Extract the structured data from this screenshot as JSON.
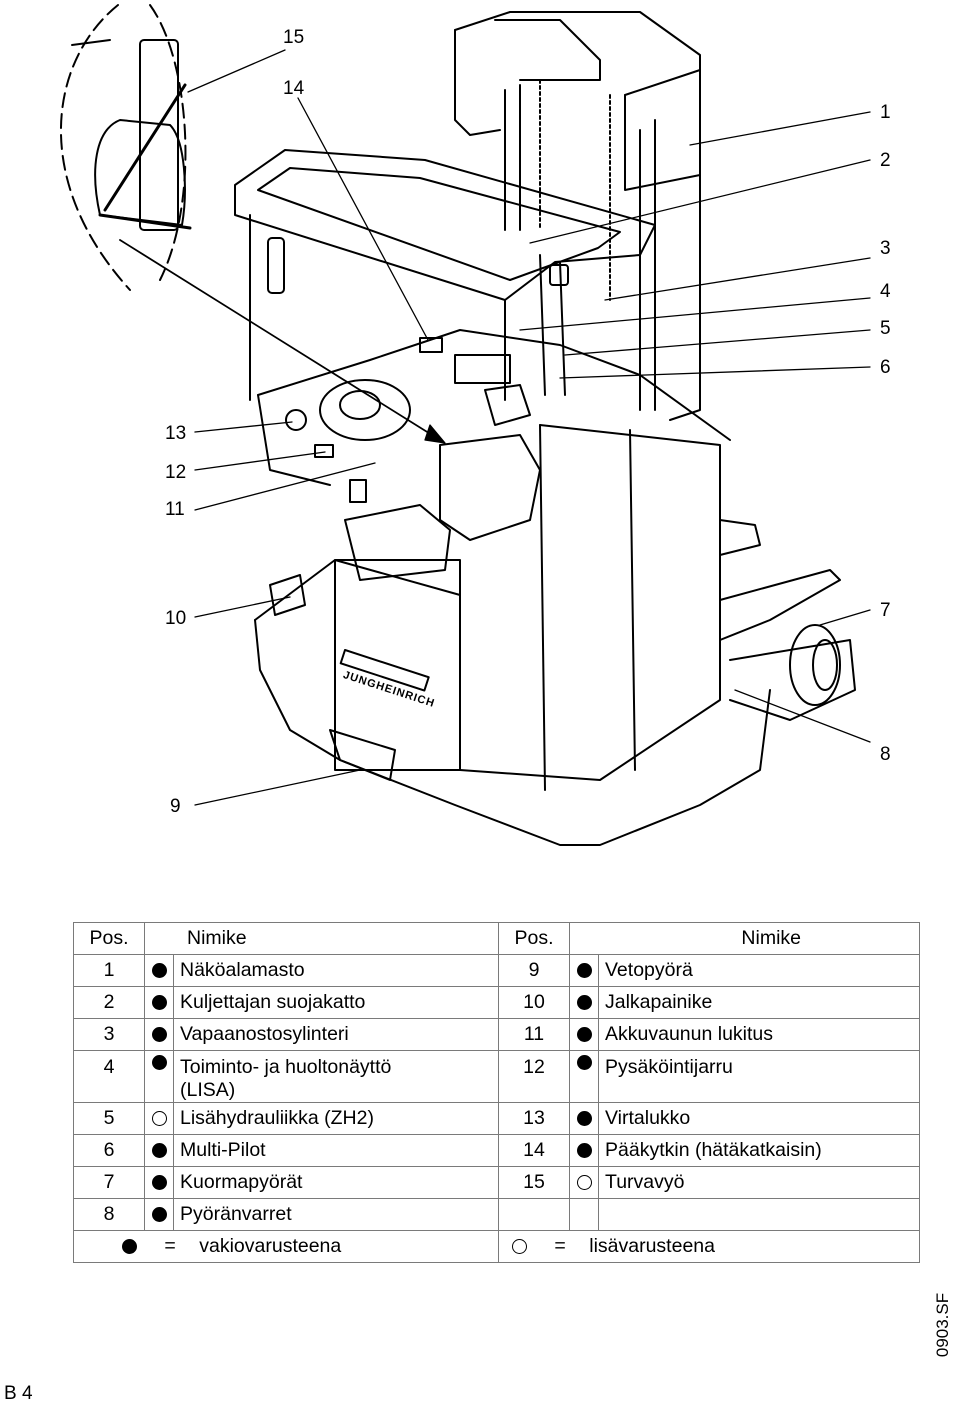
{
  "callouts": [
    "1",
    "2",
    "3",
    "4",
    "5",
    "6",
    "7",
    "8",
    "9",
    "10",
    "11",
    "12",
    "13",
    "14",
    "15"
  ],
  "legend": {
    "headers": {
      "pos1": "Pos.",
      "name1": "Nimike",
      "pos2": "Pos.",
      "name2": "Nimike"
    },
    "rows": [
      {
        "pos1": "1",
        "mark1": "filled",
        "name1": "Näköalamasto",
        "pos2": "9",
        "mark2": "filled",
        "name2": "Vetopyörä"
      },
      {
        "pos1": "2",
        "mark1": "filled",
        "name1": "Kuljettajan suojakatto",
        "pos2": "10",
        "mark2": "filled",
        "name2": "Jalkapainike"
      },
      {
        "pos1": "3",
        "mark1": "filled",
        "name1": "Vapaanostosylinteri",
        "pos2": "11",
        "mark2": "filled",
        "name2": "Akkuvaunun lukitus"
      },
      {
        "pos1": "4",
        "mark1": "filled",
        "name1": "Toiminto- ja huoltonäyttö",
        "name1b": "(LISA)",
        "pos2": "12",
        "mark2": "filled",
        "name2": "Pysäköintijarru"
      },
      {
        "pos1": "5",
        "mark1": "hollow",
        "name1": "Lisähydrauliikka (ZH2)",
        "pos2": "13",
        "mark2": "filled",
        "name2": "Virtalukko"
      },
      {
        "pos1": "6",
        "mark1": "filled",
        "name1": "Multi-Pilot",
        "pos2": "14",
        "mark2": "filled",
        "name2": "Pääkytkin (hätäkatkaisin)"
      },
      {
        "pos1": "7",
        "mark1": "filled",
        "name1": "Kuormapyörät",
        "pos2": "15",
        "mark2": "hollow",
        "name2": "Turvavyö"
      },
      {
        "pos1": "8",
        "mark1": "filled",
        "name1": "Pyöränvarret",
        "pos2": "",
        "mark2": "",
        "name2": ""
      }
    ],
    "footer": {
      "equals": "=",
      "standard": "vakiovarusteena",
      "optional": "lisävarusteena"
    }
  },
  "brand_plate": "JUNGHEINRICH",
  "doc_code": "0903.SF",
  "page_code": "B 4"
}
